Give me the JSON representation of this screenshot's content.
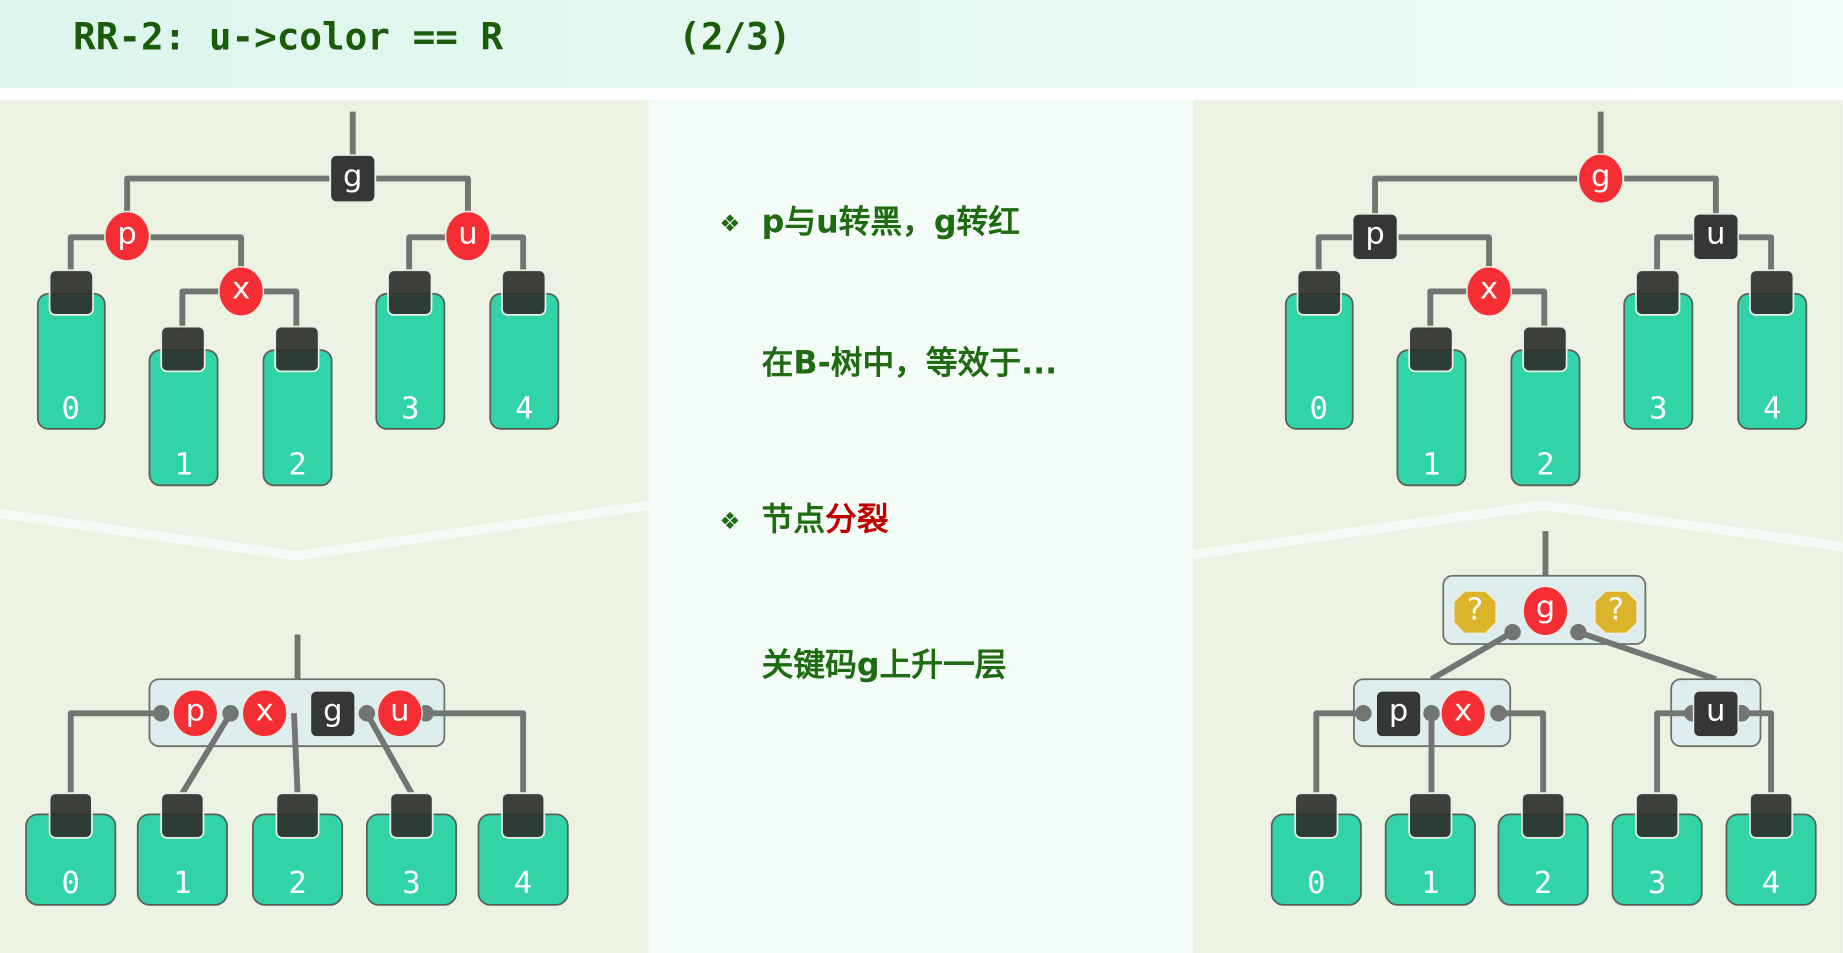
{
  "header": {
    "title": "RR-2: u->color == R",
    "page": "(2/3)"
  },
  "notes": {
    "bullet1": "p与u转黑，g转红",
    "line2": "在B-树中，等效于...",
    "bullet2_prefix": "节点",
    "bullet2_highlight": "分裂",
    "line4": "关键码g上升一层"
  },
  "bullet_icon": "❖",
  "keys": {
    "g": "g",
    "p": "p",
    "u": "u",
    "x": "x",
    "unknown": "?"
  },
  "leaves": [
    "0",
    "1",
    "2",
    "3",
    "4"
  ],
  "colors": {
    "red_node": "#f42e32",
    "black_node": "#353736",
    "leaf": "#31d3a8",
    "unknown": "#dbb42c",
    "text": "#1f6b12",
    "highlight": "#c00000"
  }
}
